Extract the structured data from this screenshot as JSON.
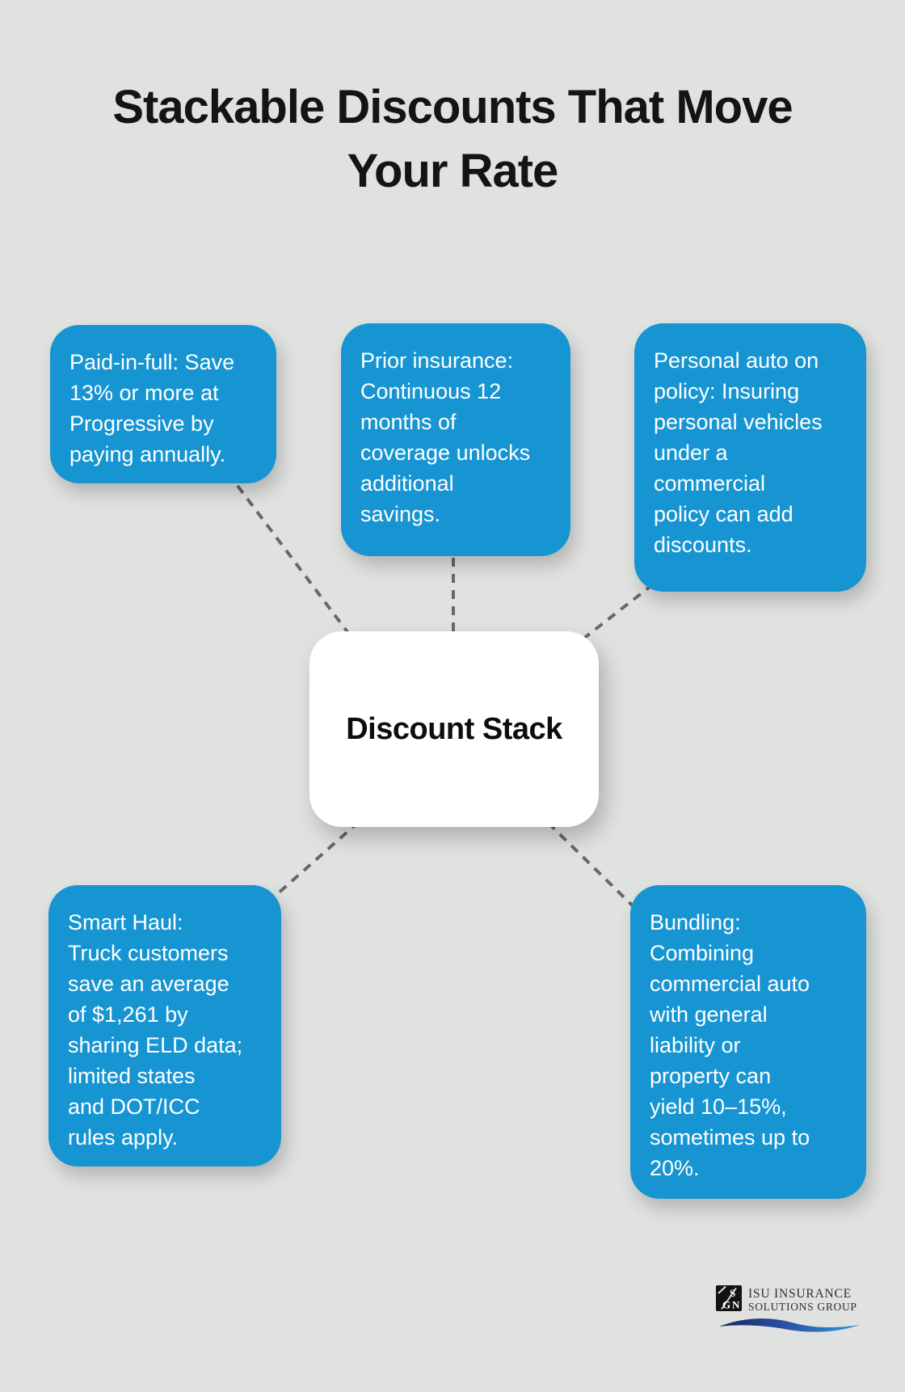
{
  "title": "Stackable Discounts That Move\nYour Rate",
  "center_node": {
    "label": "Discount Stack"
  },
  "nodes": [
    {
      "name": "paid-in-full",
      "text": "Paid-in-full: Save\n13% or more at\nProgressive by\npaying annually."
    },
    {
      "name": "prior-insurance",
      "text": "Prior insurance:\nContinuous 12\nmonths of\ncoverage unlocks\nadditional\nsavings."
    },
    {
      "name": "personal-auto-on-policy",
      "text": "Personal auto on\npolicy: Insuring\npersonal vehicles\nunder a\ncommercial\npolicy can add\ndiscounts."
    },
    {
      "name": "smart-haul",
      "text": "Smart Haul:\nTruck customers\nsave an average\nof $1,261 by\nsharing ELD data;\nlimited states\nand DOT/ICC\nrules apply."
    },
    {
      "name": "bundling",
      "text": "Bundling:\nCombining\ncommercial auto\nwith general\nliability or\nproperty can\nyield 10–15%,\nsometimes up to\n20%."
    }
  ],
  "footer_logo": {
    "mark_letters": {
      "top": "S",
      "bottom_left": "G",
      "bottom_right": "N"
    },
    "line1": "ISU INSURANCE",
    "line2": "SOLUTIONS GROUP"
  },
  "colors": {
    "background": "#e0e2e0",
    "node_blue": "#1795d3",
    "node_text": "#ffffff",
    "center_bg": "#ffffff",
    "title_text": "#141414",
    "connector_gray": "#686868",
    "swoosh_dark": "#17235f",
    "swoosh_light": "#2f9cd9"
  }
}
